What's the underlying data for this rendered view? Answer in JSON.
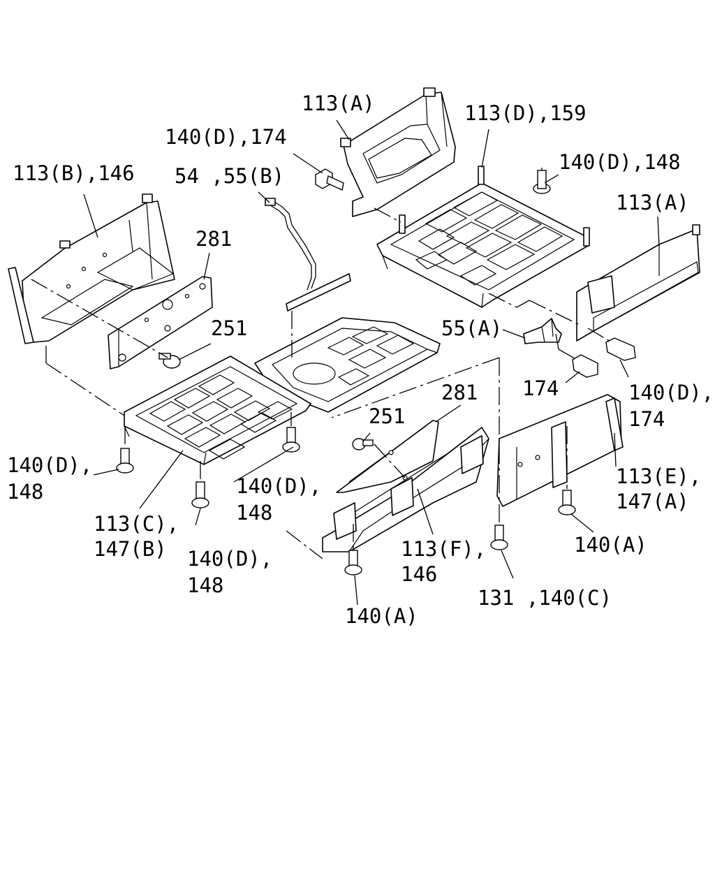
{
  "callouts": [
    {
      "id": "c1",
      "lines": [
        "113(A)"
      ]
    },
    {
      "id": "c2",
      "lines": [
        "113(D),159"
      ]
    },
    {
      "id": "c3",
      "lines": [
        "140(D),174"
      ]
    },
    {
      "id": "c4",
      "lines": [
        "140(D),148"
      ]
    },
    {
      "id": "c5",
      "lines": [
        "113(B),146"
      ]
    },
    {
      "id": "c6",
      "lines": [
        "54 ,55(B)"
      ]
    },
    {
      "id": "c7",
      "lines": [
        "113(A)"
      ]
    },
    {
      "id": "c8",
      "lines": [
        "281"
      ]
    },
    {
      "id": "c9",
      "lines": [
        "251"
      ]
    },
    {
      "id": "c10",
      "lines": [
        "55(A)"
      ]
    },
    {
      "id": "c11",
      "lines": [
        "174"
      ]
    },
    {
      "id": "c12",
      "lines": [
        "140(D),",
        "174"
      ]
    },
    {
      "id": "c13",
      "lines": [
        "281"
      ]
    },
    {
      "id": "c14",
      "lines": [
        "251"
      ]
    },
    {
      "id": "c15",
      "lines": [
        "140(D),",
        "148"
      ]
    },
    {
      "id": "c16",
      "lines": [
        "140(D),",
        "148"
      ]
    },
    {
      "id": "c17",
      "lines": [
        "113(E),",
        "147(A)"
      ]
    },
    {
      "id": "c18",
      "lines": [
        "113(C),",
        "147(B)"
      ]
    },
    {
      "id": "c19",
      "lines": [
        "140(D),",
        "148"
      ]
    },
    {
      "id": "c20",
      "lines": [
        "113(F),",
        "146"
      ]
    },
    {
      "id": "c21",
      "lines": [
        "140(A)"
      ]
    },
    {
      "id": "c22",
      "lines": [
        "131 ,140(C)"
      ]
    },
    {
      "id": "c23",
      "lines": [
        "140(A)"
      ]
    }
  ]
}
